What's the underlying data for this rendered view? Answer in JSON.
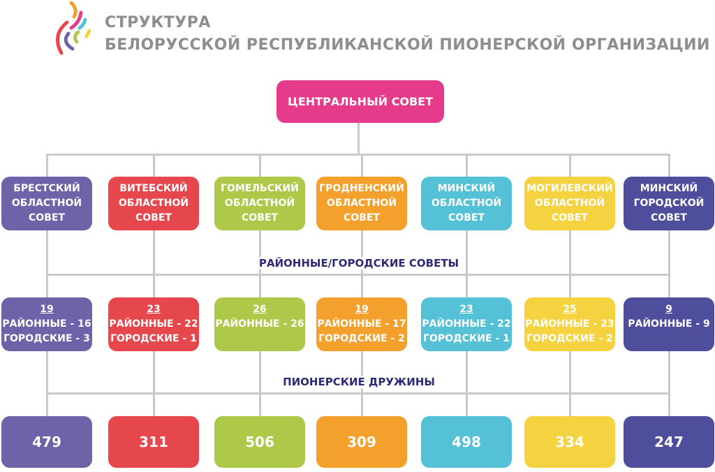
{
  "header": {
    "title_line1": "СТРУКТУРА",
    "title_line2": "БЕЛОРУССКОЙ РЕСПУБЛИКАНСКОЙ ПИОНЕРСКОЙ ОРГАНИЗАЦИИ"
  },
  "central": {
    "label": "ЦЕНТРАЛЬНЫЙ СОВЕТ",
    "color": "#e63b8a"
  },
  "labels": {
    "district": "РАЙОННЫЕ/ГОРОДСКИЕ СОВЕТЫ",
    "squads": "ПИОНЕРСКИЕ ДРУЖИНЫ"
  },
  "columns": [
    {
      "color": "#6e62a8",
      "council": [
        "БРЕСТСКИЙ",
        "ОБЛАСТНОЙ",
        "СОВЕТ"
      ],
      "total": "19",
      "lines": [
        "РАЙОННЫЕ - 16",
        "ГОРОДСКИЕ - 3"
      ],
      "squads": "479"
    },
    {
      "color": "#e6474c",
      "council": [
        "ВИТЕБСКИЙ",
        "ОБЛАСТНОЙ",
        "СОВЕТ"
      ],
      "total": "23",
      "lines": [
        "РАЙОННЫЕ - 22",
        "ГОРОДСКИЕ - 1"
      ],
      "squads": "311"
    },
    {
      "color": "#aec94a",
      "council": [
        "ГОМЕЛЬСКИЙ",
        "ОБЛАСТНОЙ",
        "СОВЕТ"
      ],
      "total": "26",
      "lines": [
        "РАЙОННЫЕ - 26"
      ],
      "squads": "506"
    },
    {
      "color": "#f3a12c",
      "council": [
        "ГРОДНЕНСКИЙ",
        "ОБЛАСТНОЙ",
        "СОВЕТ"
      ],
      "total": "19",
      "lines": [
        "РАЙОННЫЕ - 17",
        "ГОРОДСКИЕ - 2"
      ],
      "squads": "309"
    },
    {
      "color": "#55c1d6",
      "council": [
        "МИНСКИЙ",
        "ОБЛАСТНОЙ",
        "СОВЕТ"
      ],
      "total": "23",
      "lines": [
        "РАЙОННЫЕ - 22",
        "ГОРОДСКИЕ - 1"
      ],
      "squads": "498"
    },
    {
      "color": "#f5d23f",
      "council": [
        "МОГИЛЕВСКИЙ",
        "ОБЛАСТНОЙ",
        "СОВЕТ"
      ],
      "total": "25",
      "lines": [
        "РАЙОННЫЕ - 23",
        "ГОРОДСКИЕ - 2"
      ],
      "squads": "334"
    },
    {
      "color": "#4f4e9c",
      "council": [
        "МИНСКИЙ",
        "ГОРОДСКОЙ",
        "СОВЕТ"
      ],
      "total": "9",
      "lines": [
        "РАЙОННЫЕ - 9"
      ],
      "squads": "247"
    }
  ]
}
